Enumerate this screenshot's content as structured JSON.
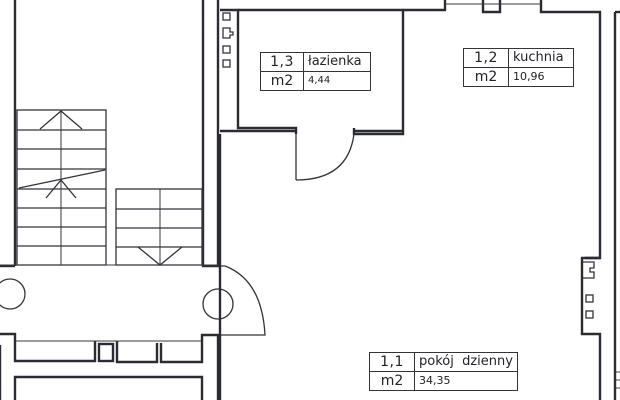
{
  "drawing": {
    "type": "architectural floor plan",
    "line_color": "#2b2b33",
    "background": "#ffffff"
  },
  "rooms": [
    {
      "id": "room-1-3",
      "number": "1,3",
      "name": "łazienka",
      "unit": "m2",
      "area": "4,44"
    },
    {
      "id": "room-1-2",
      "number": "1,2",
      "name": "kuchnia",
      "unit": "m2",
      "area": "10,96"
    },
    {
      "id": "room-1-1",
      "number": "1,1",
      "name": "pokój  dzienny",
      "unit": "m2",
      "area": "34,35"
    }
  ],
  "symbols": {
    "staircase_up_arrow": "stairs-up-arrow-icon",
    "staircase_down_arrow": "stairs-down-arrow-icon",
    "door_swing": "door-swing-icon",
    "columns": "column-icon",
    "ventilation_ducts": "vent-duct-icon"
  }
}
